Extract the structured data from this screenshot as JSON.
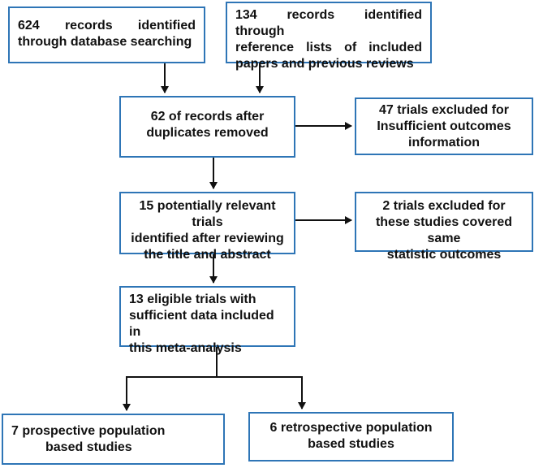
{
  "boxes": {
    "db_search": {
      "lines": [
        "624 records identified",
        "through database searching"
      ]
    },
    "ref_lists": {
      "lines": [
        "134 records identified through",
        "reference lists of included",
        "papers and previous reviews"
      ]
    },
    "dedup": {
      "lines": [
        "62 of records after",
        "duplicates removed"
      ]
    },
    "excl_outcomes": {
      "lines": [
        "47 trials excluded for",
        "Insufficient outcomes",
        "information"
      ]
    },
    "relevant": {
      "lines": [
        "15 potentially relevant trials",
        "identified after reviewing",
        "the title and abstract"
      ]
    },
    "excl_same": {
      "lines": [
        "2 trials excluded for",
        "these studies covered same",
        "statistic outcomes"
      ]
    },
    "eligible": {
      "lines": [
        "13 eligible trials with",
        "sufficient data included in",
        "this meta-analysis"
      ]
    },
    "prospective": {
      "lines": [
        "7 prospective population",
        "based studies"
      ]
    },
    "retrospective": {
      "lines": [
        "6 retrospective population",
        "based studies"
      ]
    }
  },
  "colors": {
    "box_border": "#2e75b6",
    "arrow": "#111111"
  }
}
